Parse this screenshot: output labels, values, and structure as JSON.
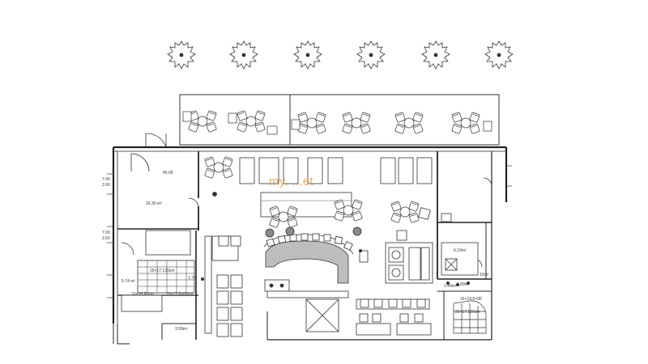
{
  "watermark": "my. ...et",
  "room_labels": {
    "r1": "45.06",
    "r2": "26.30 m²",
    "r3": "6.10m²",
    "r4": "5.74 m²",
    "r5": "3.58m²",
    "r6": "10m²",
    "r7": "5.89m²",
    "r8": "1.75",
    "r9": "25×17.120cm",
    "r10": "10×16.90cm",
    "r11": "10×17.6×00cm",
    "r12": "15×14.6×00",
    "r13": "25×17.120cm",
    "r14": "1.40m²",
    "r15": "7.00",
    "r16": "2.60",
    "r17": "7.00",
    "r18": "2.60"
  },
  "colors": {
    "line": "#3a3a3a",
    "fill_gray": "#8a8a8a",
    "watermark": "#f08a24"
  },
  "icons": {
    "tree": "tree-symbol",
    "chair": "chair-symbol"
  }
}
